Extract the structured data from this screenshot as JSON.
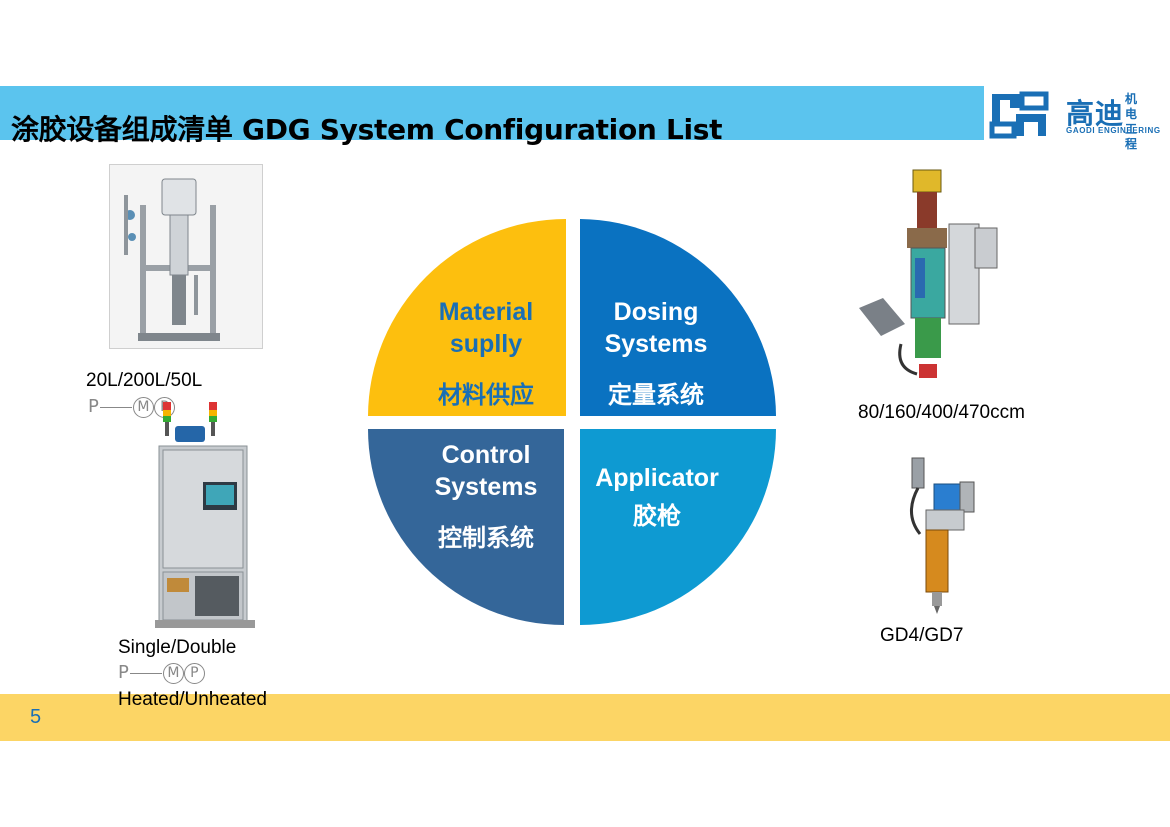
{
  "header": {
    "title": "涂胶设备组成清单 GDG System Configuration List",
    "logo_cn": "高迪",
    "logo_cn_small": "机电工程",
    "logo_en": "GAODI ENGINEERING"
  },
  "left": {
    "pump_caption": "20L/200L/50L",
    "pump_symbol": {
      "p": "P",
      "m": "M",
      "p2": "P"
    },
    "cabinet_caption_1": "Single/Double",
    "cabinet_symbol": {
      "p": "P",
      "m": "M",
      "p2": "P"
    },
    "cabinet_caption_2": "Heated/Unheated"
  },
  "quadrants": {
    "material": {
      "en_1": "Material",
      "en_2": "suplly",
      "cn": "材料供应",
      "color": "#fdbf0e"
    },
    "dosing": {
      "en_1": "Dosing",
      "en_2": "Systems",
      "cn": "定量系统",
      "color": "#0a72c1"
    },
    "control": {
      "en_1": "Control",
      "en_2": "Systems",
      "cn": "控制系统",
      "color": "#346699"
    },
    "applicator": {
      "en_1": "Applicator",
      "cn": "胶枪",
      "color": "#0e9ad2"
    }
  },
  "right": {
    "doser_caption": "80/160/400/470ccm",
    "gun_caption": "GD4/GD7"
  },
  "footer": {
    "page_number": "5"
  },
  "colors": {
    "title_bar": "#5bc4ee",
    "footer_bar": "#fcd565",
    "brand_blue": "#1a6fb5"
  }
}
